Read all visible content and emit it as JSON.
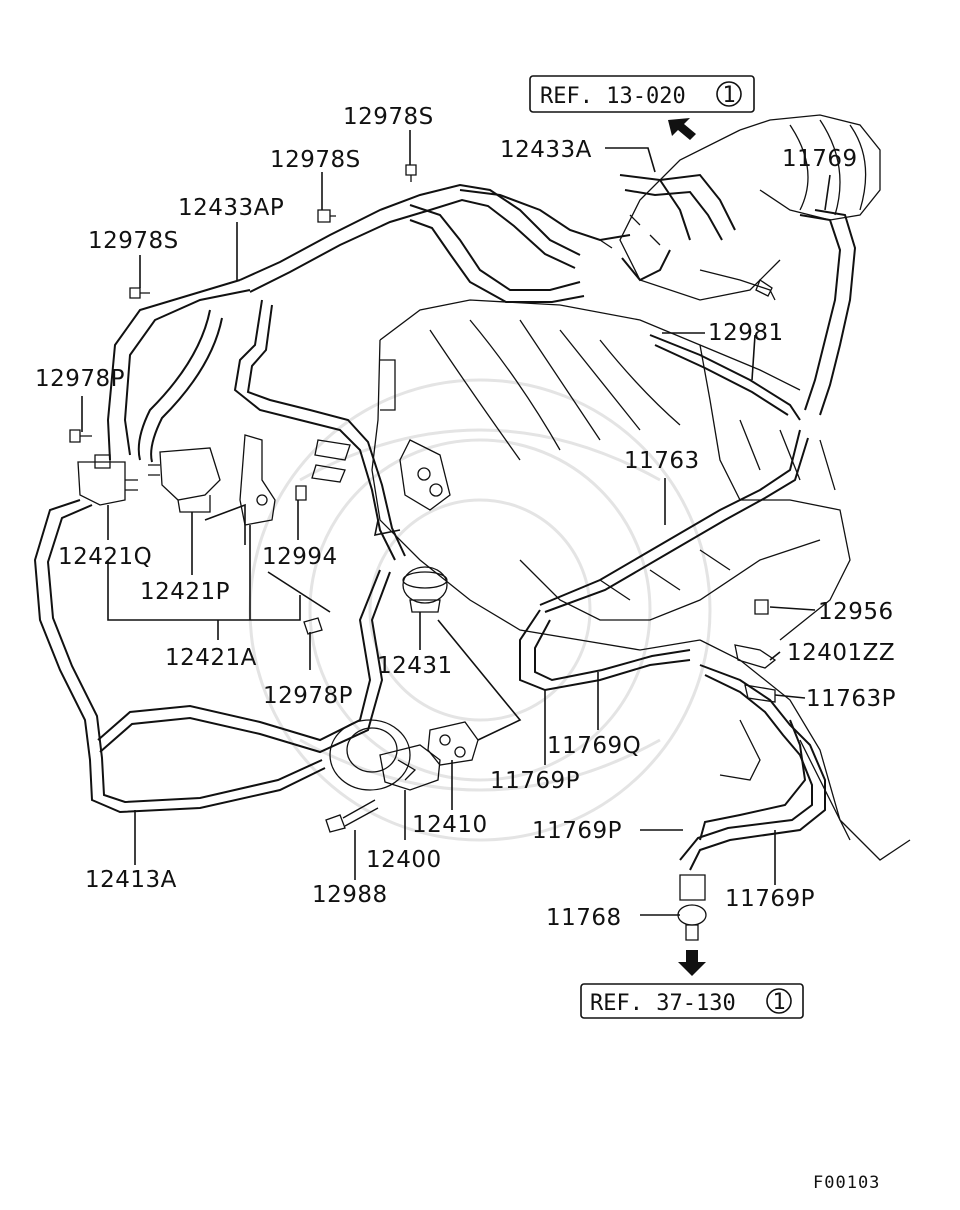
{
  "diagram": {
    "references": {
      "top": {
        "text": "REF. 13-020",
        "circled": "1"
      },
      "bottom": {
        "text": "REF. 37-130",
        "circled": "1"
      }
    },
    "parts": {
      "p12978S_top": "12978S",
      "p12978S_mid": "12978S",
      "p12978S_left": "12978S",
      "p12433AP": "12433AP",
      "p12433A": "12433A",
      "p11769_top": "11769",
      "p12981": "12981",
      "p12978P_left": "12978P",
      "p11763": "11763",
      "p12421Q": "12421Q",
      "p12994": "12994",
      "p12421P": "12421P",
      "p12421A": "12421A",
      "p12956": "12956",
      "p12431": "12431",
      "p12401ZZ": "12401ZZ",
      "p12978P_bottom": "12978P",
      "p11763P": "11763P",
      "p11769Q": "11769Q",
      "p11769P_a": "11769P",
      "p12410": "12410",
      "p11769P_b": "11769P",
      "p12400": "12400",
      "p11769P_c": "11769P",
      "p12413A": "12413A",
      "p12988": "12988",
      "p11768": "11768"
    },
    "figure_code": "F00103"
  }
}
